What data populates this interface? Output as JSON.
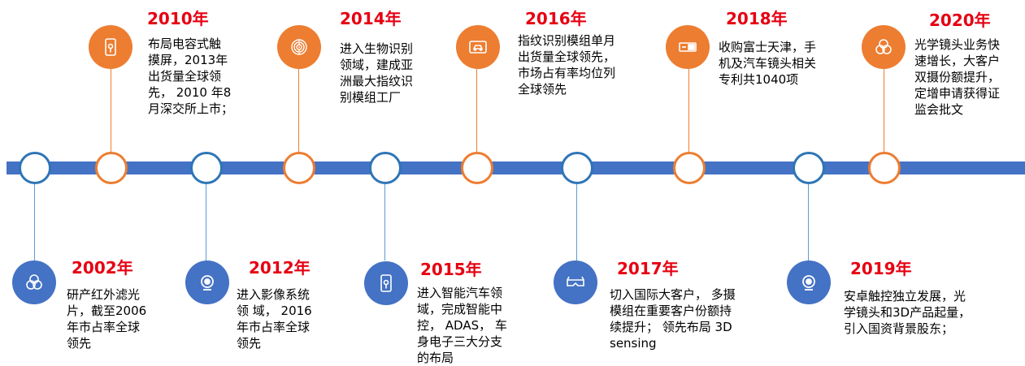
{
  "milestones": [
    {
      "year": "2002年",
      "text": "研产红外滤光\n片，截至2006\n年市占率全球\n领先",
      "icon": "rings-icon"
    },
    {
      "year": "2010年",
      "text": "布局电容式触\n摸屏，2013年\n出货量全球领\n先， 2010 年8\n月深交所上市；",
      "icon": "touch-phone-icon"
    },
    {
      "year": "2012年",
      "text": "进入影像系统\n领 域， 2016\n年市占率全球\n领先",
      "icon": "camera-icon"
    },
    {
      "year": "2014年",
      "text": "进入生物识别\n领域，建成亚\n洲最大指纹识\n别模组工厂",
      "icon": "fingerprint-icon"
    },
    {
      "year": "2015年",
      "text": "进入智能汽车领\n域，完成智能中\n控， ADAS， 车\n身电子三大分支\n的布局",
      "icon": "touch-phone-icon"
    },
    {
      "year": "2016年",
      "text": "指纹识别模组单月\n出货量全球领先，\n市场占有率均位列\n全球领先",
      "icon": "car-screen-icon"
    },
    {
      "year": "2017年",
      "text": "切入国际大客户， 多摄\n模组在重要客户份额持\n续提升； 领先布局 3D\nsensing",
      "icon": "vr-glasses-icon"
    },
    {
      "year": "2018年",
      "text": "收购富士天津，手\n机及汽车镜头相关\n专利共1040项",
      "icon": "lens-module-icon"
    },
    {
      "year": "2019年",
      "text": "安卓触控独立发展，光\n学镜头和3D产品起量，\n引入国资背景股东；",
      "icon": "camera-icon"
    },
    {
      "year": "2020年",
      "text": "光学镜头业务快\n速增长，大客户\n双摄份额提升，\n定增申请获得证\n监会批文",
      "icon": "rings-icon"
    }
  ],
  "colors": {
    "bar": "#4472c4",
    "blue": "#2e75b6",
    "orange": "#ed7d31",
    "year": "#e60012"
  }
}
